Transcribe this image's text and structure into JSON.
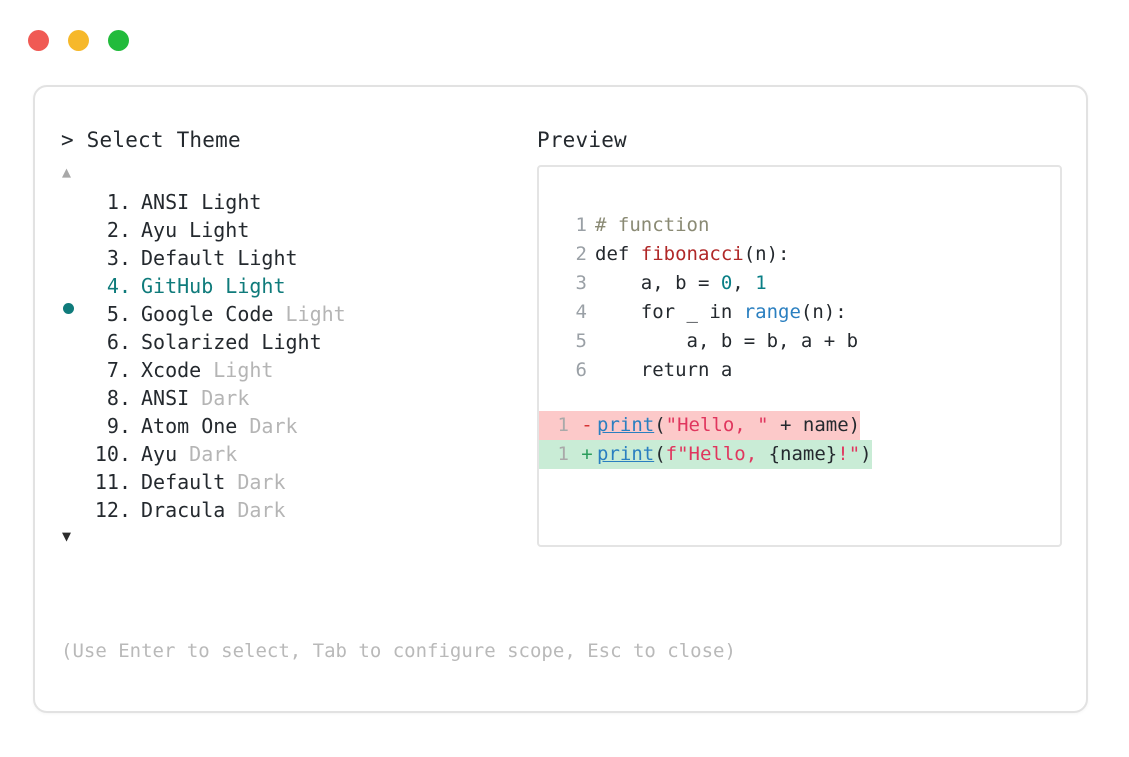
{
  "window": {
    "traffic_lights": [
      {
        "name": "close-button",
        "color": "#f05a54"
      },
      {
        "name": "minimize-button",
        "color": "#f6b82a"
      },
      {
        "name": "maximize-button",
        "color": "#22bb3c"
      }
    ]
  },
  "prompt": {
    "title": "> Select Theme",
    "scroll_up_indicator": "▲",
    "scroll_down_indicator": "▼",
    "selected_index": 4,
    "bullet": "●",
    "themes": [
      {
        "number": "1.",
        "name": "ANSI",
        "variant": "Light",
        "variant_dim": false,
        "selected": false
      },
      {
        "number": "2.",
        "name": "Ayu",
        "variant": "Light",
        "variant_dim": false,
        "selected": false
      },
      {
        "number": "3.",
        "name": "Default",
        "variant": "Light",
        "variant_dim": false,
        "selected": false
      },
      {
        "number": "4.",
        "name": "GitHub",
        "variant": "Light",
        "variant_dim": false,
        "selected": true
      },
      {
        "number": "5.",
        "name": "Google Code",
        "variant": "Light",
        "variant_dim": true,
        "selected": false
      },
      {
        "number": "6.",
        "name": "Solarized",
        "variant": "Light",
        "variant_dim": false,
        "selected": false
      },
      {
        "number": "7.",
        "name": "Xcode",
        "variant": "Light",
        "variant_dim": true,
        "selected": false
      },
      {
        "number": "8.",
        "name": "ANSI",
        "variant": "Dark",
        "variant_dim": true,
        "selected": false
      },
      {
        "number": "9.",
        "name": "Atom One",
        "variant": "Dark",
        "variant_dim": true,
        "selected": false
      },
      {
        "number": "10.",
        "name": "Ayu",
        "variant": "Dark",
        "variant_dim": true,
        "selected": false
      },
      {
        "number": "11.",
        "name": "Default",
        "variant": "Dark",
        "variant_dim": true,
        "selected": false
      },
      {
        "number": "12.",
        "name": "Dracula",
        "variant": "Dark",
        "variant_dim": true,
        "selected": false
      }
    ],
    "hint": "(Use Enter to select, Tab to configure scope, Esc to close)"
  },
  "preview": {
    "title": "Preview",
    "code_lines": [
      {
        "num": "1",
        "tokens": [
          {
            "t": "# function",
            "c": "comment"
          }
        ]
      },
      {
        "num": "2",
        "tokens": [
          {
            "t": "def ",
            "c": "kw"
          },
          {
            "t": "fibonacci",
            "c": "fn"
          },
          {
            "t": "(n):",
            "c": "plain"
          }
        ]
      },
      {
        "num": "3",
        "tokens": [
          {
            "t": "    a, b = ",
            "c": "plain"
          },
          {
            "t": "0",
            "c": "num"
          },
          {
            "t": ", ",
            "c": "plain"
          },
          {
            "t": "1",
            "c": "num"
          }
        ]
      },
      {
        "num": "4",
        "tokens": [
          {
            "t": "    for _ in ",
            "c": "plain"
          },
          {
            "t": "range",
            "c": "builtin"
          },
          {
            "t": "(n):",
            "c": "plain"
          }
        ]
      },
      {
        "num": "5",
        "tokens": [
          {
            "t": "        a, b = b, a + b",
            "c": "plain"
          }
        ]
      },
      {
        "num": "6",
        "tokens": [
          {
            "t": "    return a",
            "c": "plain"
          }
        ]
      }
    ],
    "diff_lines": [
      {
        "num": "1",
        "kind": "del",
        "sign": "-",
        "tokens": [
          {
            "t": "print",
            "c": "call"
          },
          {
            "t": "(",
            "c": "plain"
          },
          {
            "t": "\"Hello, \"",
            "c": "str"
          },
          {
            "t": " + name)",
            "c": "plain"
          }
        ]
      },
      {
        "num": "1",
        "kind": "add",
        "sign": "+",
        "tokens": [
          {
            "t": "print",
            "c": "call"
          },
          {
            "t": "(",
            "c": "plain"
          },
          {
            "t": "f\"Hello, ",
            "c": "str"
          },
          {
            "t": "{name}",
            "c": "plain"
          },
          {
            "t": "!\"",
            "c": "str"
          },
          {
            "t": ")",
            "c": "plain"
          }
        ]
      }
    ]
  }
}
